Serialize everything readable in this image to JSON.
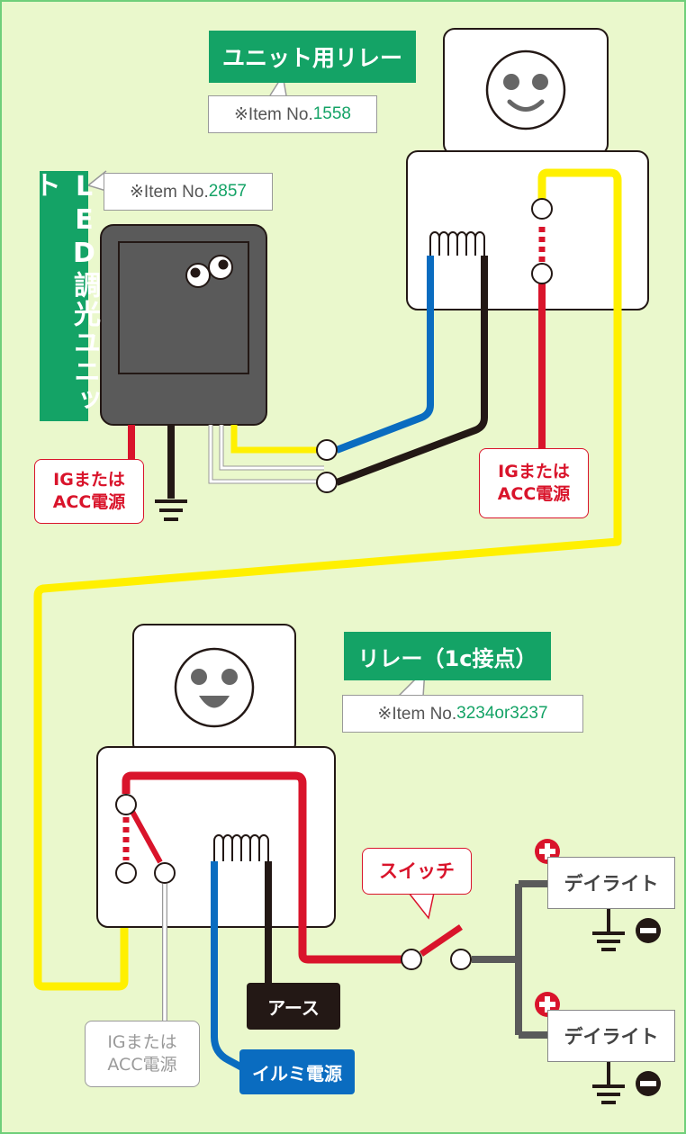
{
  "unit_relay": {
    "title": "ユニット用リレー",
    "item": "※Item No.",
    "item_no": "1558"
  },
  "led_unit": {
    "title": "LED調光ユニット",
    "item": "※Item No.",
    "item_no": "2857"
  },
  "ig_acc_left": {
    "line1": "IGまたは",
    "line2": "ACC電源"
  },
  "ig_acc_right": {
    "line1": "IGまたは",
    "line2": "ACC電源"
  },
  "relay_1c": {
    "title": "リレー（1c接点）",
    "item": "※Item No.",
    "item_no": "3234or3237"
  },
  "ig_acc_bottom": {
    "line1": "IGまたは",
    "line2": "ACC電源"
  },
  "switch": {
    "label": "スイッチ"
  },
  "earth": {
    "label": "アース"
  },
  "illumi": {
    "label": "イルミ電源"
  },
  "daylight_top": {
    "label": "デイライト"
  },
  "daylight_bottom": {
    "label": "デイライト"
  },
  "colors": {
    "background": "#eaf8cc",
    "green": "#14a366",
    "red": "#d9142b",
    "yellow": "#fff000",
    "blue": "#0a6cc0",
    "black": "#231815",
    "gray": "#5a5a5a"
  }
}
